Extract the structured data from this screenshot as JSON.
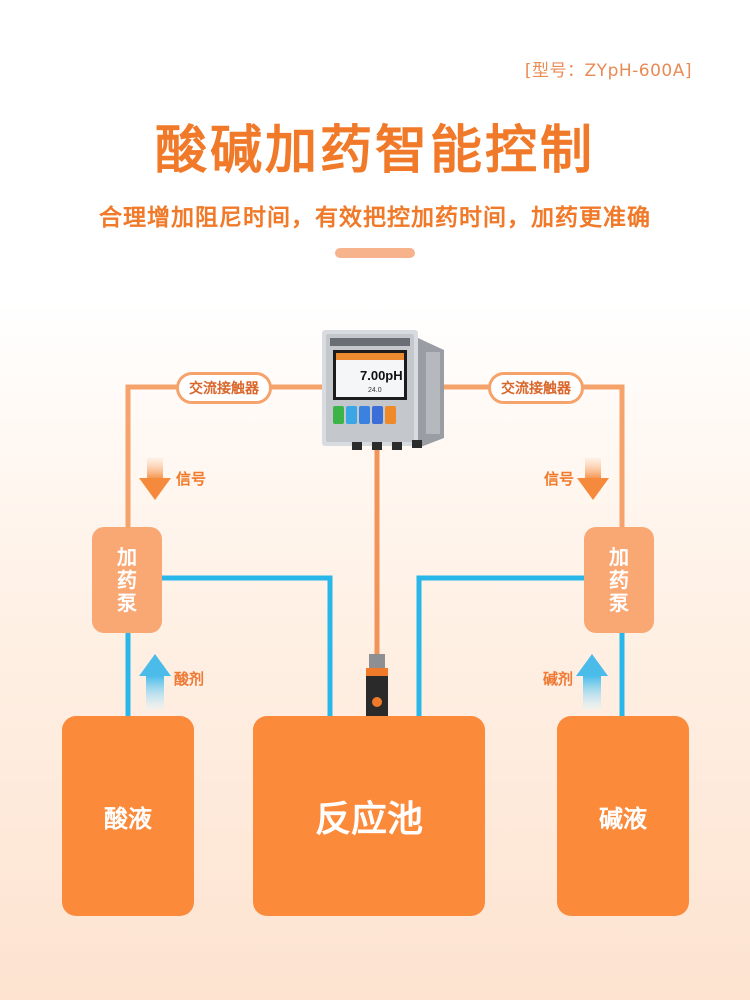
{
  "header": {
    "model": "[型号：ZYpH-600A]",
    "title": "酸碱加药智能控制",
    "subtitle": "合理增加阻尼时间，有效把控加药时间，加药更准确"
  },
  "device": {
    "screen_value": "7.00",
    "screen_unit": "pH",
    "screen_temp": "24.0"
  },
  "labels": {
    "contactor_left": "交流接触器",
    "contactor_right": "交流接触器",
    "signal_left": "信号",
    "signal_right": "信号",
    "pump_left": [
      "加",
      "药",
      "泵"
    ],
    "pump_right": [
      "加",
      "药",
      "泵"
    ],
    "acid_agent": "酸剂",
    "base_agent": "碱剂",
    "tank_acid": "酸液",
    "tank_reaction": "反应池",
    "tank_base": "碱液"
  },
  "colors": {
    "orange": "#f07a2a",
    "tank": "#fb8a3b",
    "wire_orange": "#f5a26b",
    "pipe_blue": "#29b6e8"
  }
}
